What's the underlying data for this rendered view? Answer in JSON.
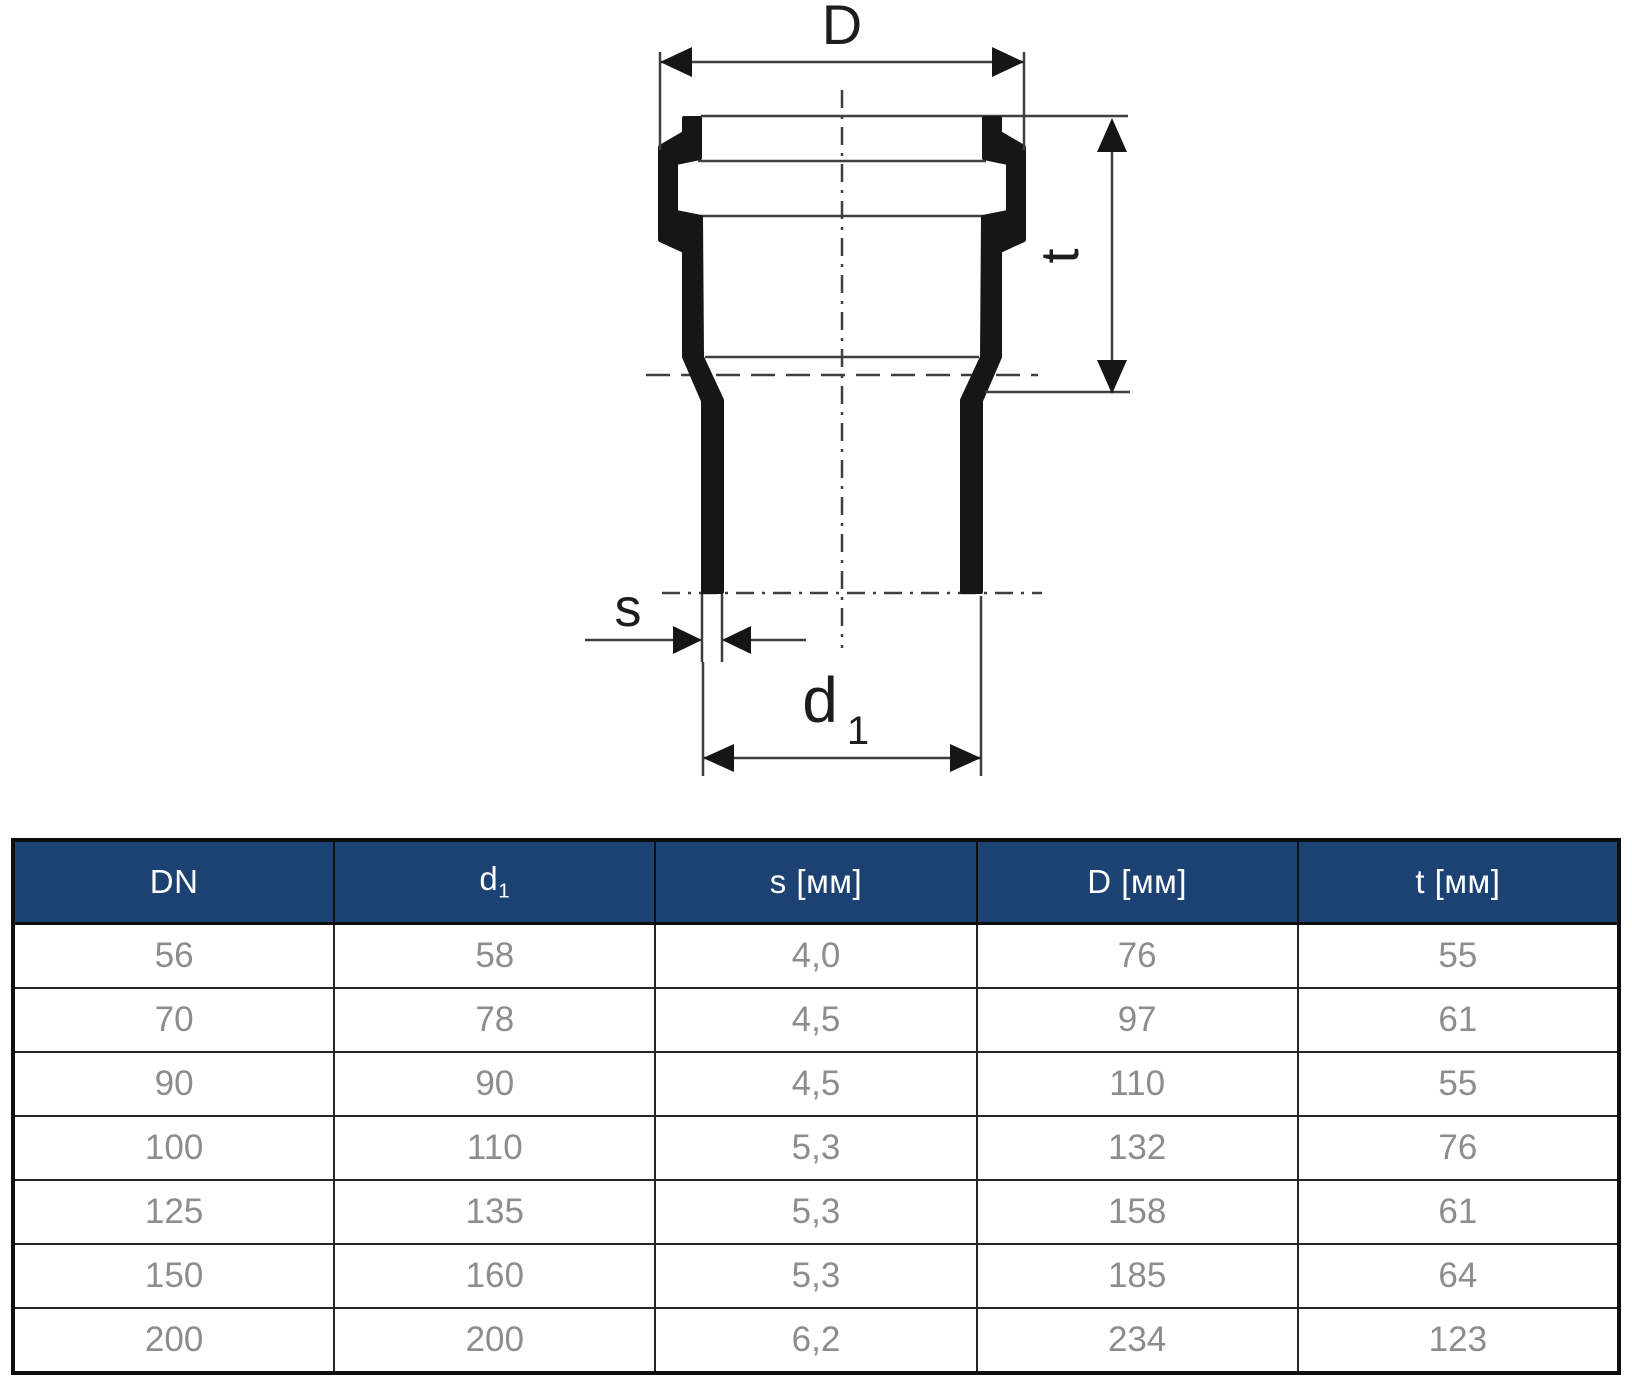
{
  "diagram": {
    "labels": {
      "outer_diameter": "D",
      "socket_depth": "t",
      "wall_thickness": "s",
      "inner_diameter_main": "d",
      "inner_diameter_sub": "1"
    }
  },
  "table": {
    "columns": [
      {
        "label": "DN"
      },
      {
        "label_main": "d",
        "label_sub": "1"
      },
      {
        "label": "s [мм]"
      },
      {
        "label": "D [мм]"
      },
      {
        "label": "t [мм]"
      }
    ],
    "rows": [
      [
        "56",
        "58",
        "4,0",
        "76",
        "55"
      ],
      [
        "70",
        "78",
        "4,5",
        "97",
        "61"
      ],
      [
        "90",
        "90",
        "4,5",
        "110",
        "55"
      ],
      [
        "100",
        "110",
        "5,3",
        "132",
        "76"
      ],
      [
        "125",
        "135",
        "5,3",
        "158",
        "61"
      ],
      [
        "150",
        "160",
        "5,3",
        "185",
        "64"
      ],
      [
        "200",
        "200",
        "6,2",
        "234",
        "123"
      ]
    ]
  },
  "colors": {
    "header_bg": "#1c4173",
    "header_text": "#ffffff",
    "cell_text": "#8d8d8d",
    "drawing_line": "#161616"
  }
}
